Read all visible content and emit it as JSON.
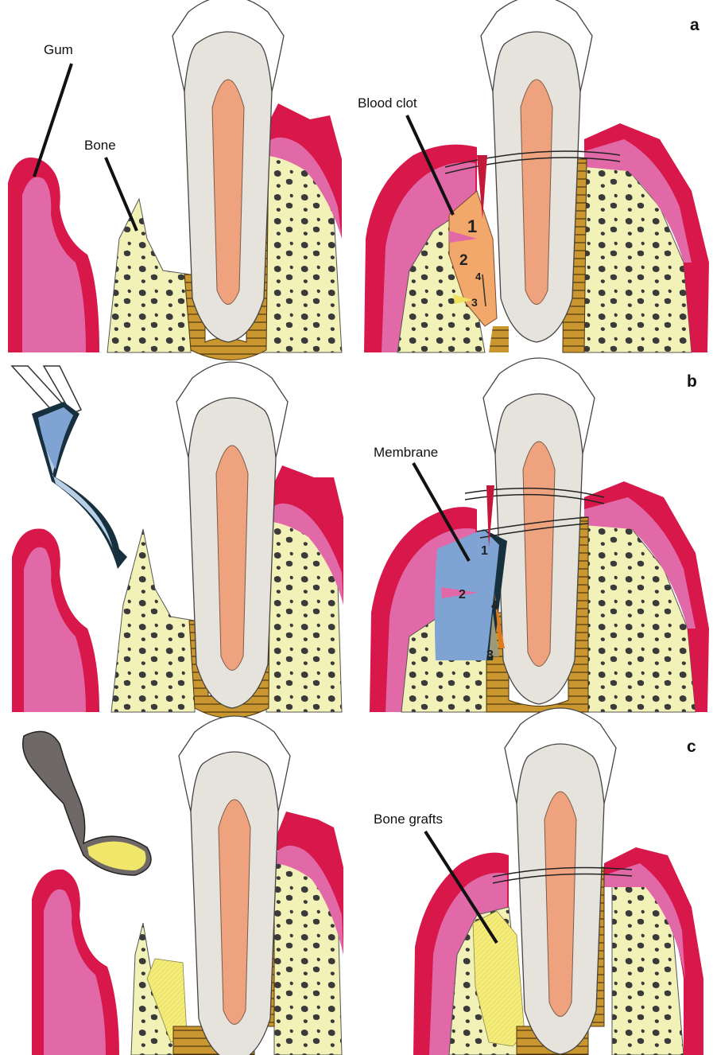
{
  "labels": {
    "gum": "Gum",
    "bone": "Bone",
    "blood_clot": "Blood clot",
    "membrane": "Membrane",
    "bone_grafts": "Bone grafts"
  },
  "panels": {
    "a": "a",
    "b": "b",
    "c": "c"
  },
  "numbers": {
    "n1": "1",
    "n2": "2",
    "n3": "3",
    "n4": "4"
  },
  "colors": {
    "gum_dark": "#d8174a",
    "gum_light": "#e169a8",
    "bone": "#f2f2b8",
    "bone_spot": "#3a3a3a",
    "ligament": "#c9962f",
    "crown": "#ffffff",
    "dentin": "#e6e3dd",
    "pulp": "#eea27e",
    "membrane_dark": "#7fa3d3",
    "membrane_light": "#b9cfe6",
    "membrane_edge": "#17303d",
    "graft": "#efe66a",
    "clot": "#f2a86b",
    "spoon": "#6e6867"
  }
}
